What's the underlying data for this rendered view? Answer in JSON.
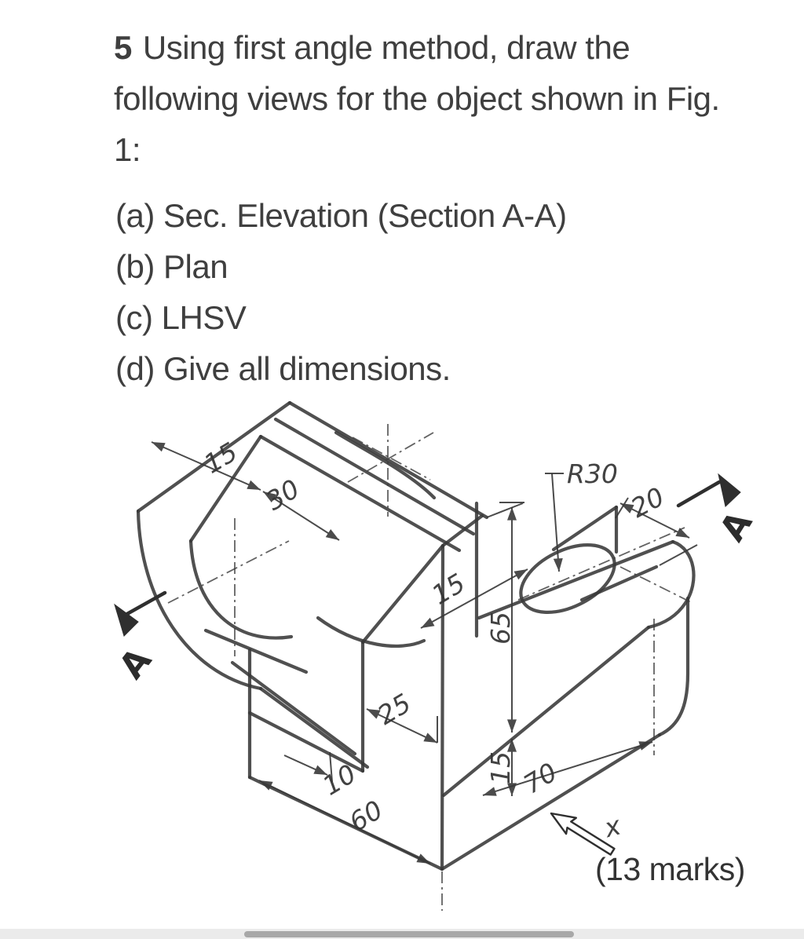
{
  "question": {
    "number": "5",
    "line1": "Using first angle method, draw the",
    "line2": "following views for the object shown in Fig.",
    "line3": "1:",
    "items": [
      "(a) Sec. Elevation (Section A-A)",
      "(b) Plan",
      "(c) LHSV",
      "(d) Give all dimensions."
    ]
  },
  "figure": {
    "dims": {
      "rim_width": "15",
      "groove_radius": "30",
      "corner_radius": "R30",
      "slot_width": "20",
      "upright_thickness": "15",
      "upright_height": "65",
      "upright_width": "25",
      "base_thickness": "15",
      "web_thickness": "10",
      "base_width": "60",
      "base_length": "70"
    },
    "section_label_left": "A",
    "section_label_right": "A",
    "axis_label": "x",
    "marks_note": "(13 marks)"
  },
  "colors": {
    "ink": "#383838",
    "text": "#3f3f3f",
    "background": "#ffffff",
    "scrollbar_track": "#ebebeb",
    "scrollbar_thumb": "#a8a8a8"
  }
}
